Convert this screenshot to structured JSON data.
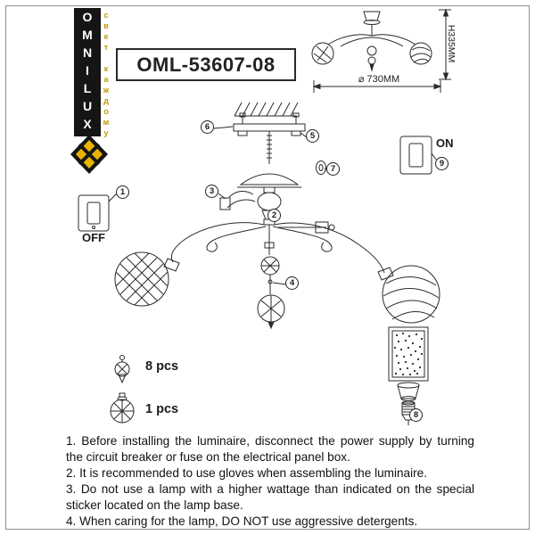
{
  "brand": {
    "name": "OMNILUX",
    "tagline": "свет каждому"
  },
  "header": {
    "model": "OML-53607-08"
  },
  "dimensions": {
    "height": "H335MM",
    "diameter": "⌀ 730MM"
  },
  "switches": {
    "on": "ON",
    "off": "OFF"
  },
  "callouts": [
    "1",
    "2",
    "3",
    "4",
    "5",
    "6",
    "7",
    "8",
    "9"
  ],
  "parts_count": [
    {
      "qty": "8 pcs"
    },
    {
      "qty": "1 pcs"
    }
  ],
  "instructions": [
    "1. Before installing the luminaire, disconnect the power supply by turning the circuit breaker or fuse on the electrical panel box.",
    "2. It is recommended to use gloves when assembling the luminaire.",
    "3. Do not use a lamp with a higher wattage than indicated on the special sticker located on the lamp base.",
    "4. When caring for the lamp, DO NOT use aggressive detergents."
  ],
  "colors": {
    "accent_gold": "#e8b400",
    "ink": "#2b2b2b",
    "logo_black": "#151515"
  }
}
